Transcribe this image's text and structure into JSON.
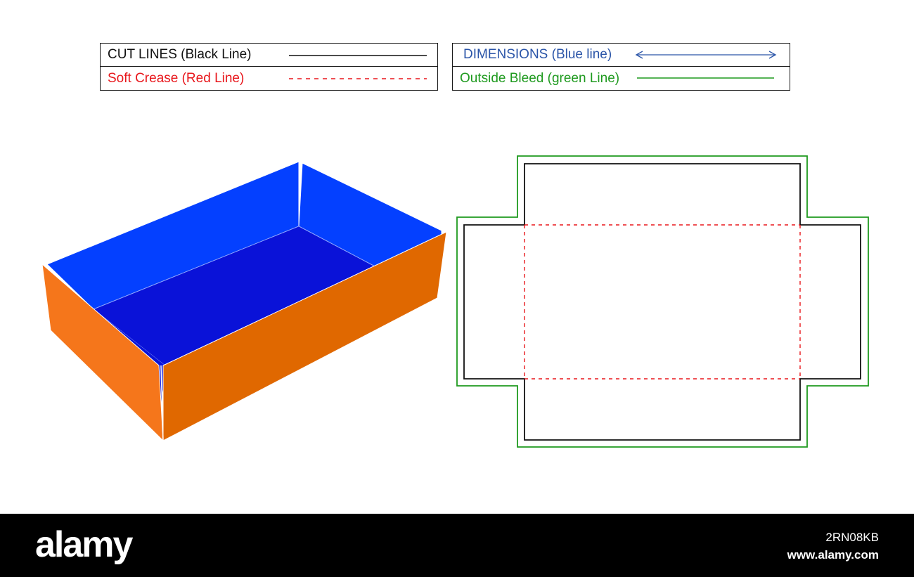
{
  "legend": {
    "cut_lines": {
      "label": "CUT LINES (Black Line)",
      "color": "#111111"
    },
    "soft_crease": {
      "label": "Soft Crease (Red Line)",
      "color": "#e8161b"
    },
    "dimensions": {
      "label": "DIMENSIONS (Blue line)",
      "color": "#2b55a8"
    },
    "outside_bleed": {
      "label": "Outside Bleed (green Line)",
      "color": "#1f9a1f"
    }
  },
  "box_render": {
    "colors": {
      "inner_wall": "#0440ff",
      "inner_floor": "#0a12d8",
      "outer_left": "#f5761b",
      "outer_front": "#e06800"
    }
  },
  "dieline": {
    "cut_color": "#111111",
    "crease_color": "#e8161b",
    "bleed_color": "#1f9a1f"
  },
  "footer": {
    "logo": "alamy",
    "image_id": "2RN08KB",
    "url": "www.alamy.com"
  }
}
